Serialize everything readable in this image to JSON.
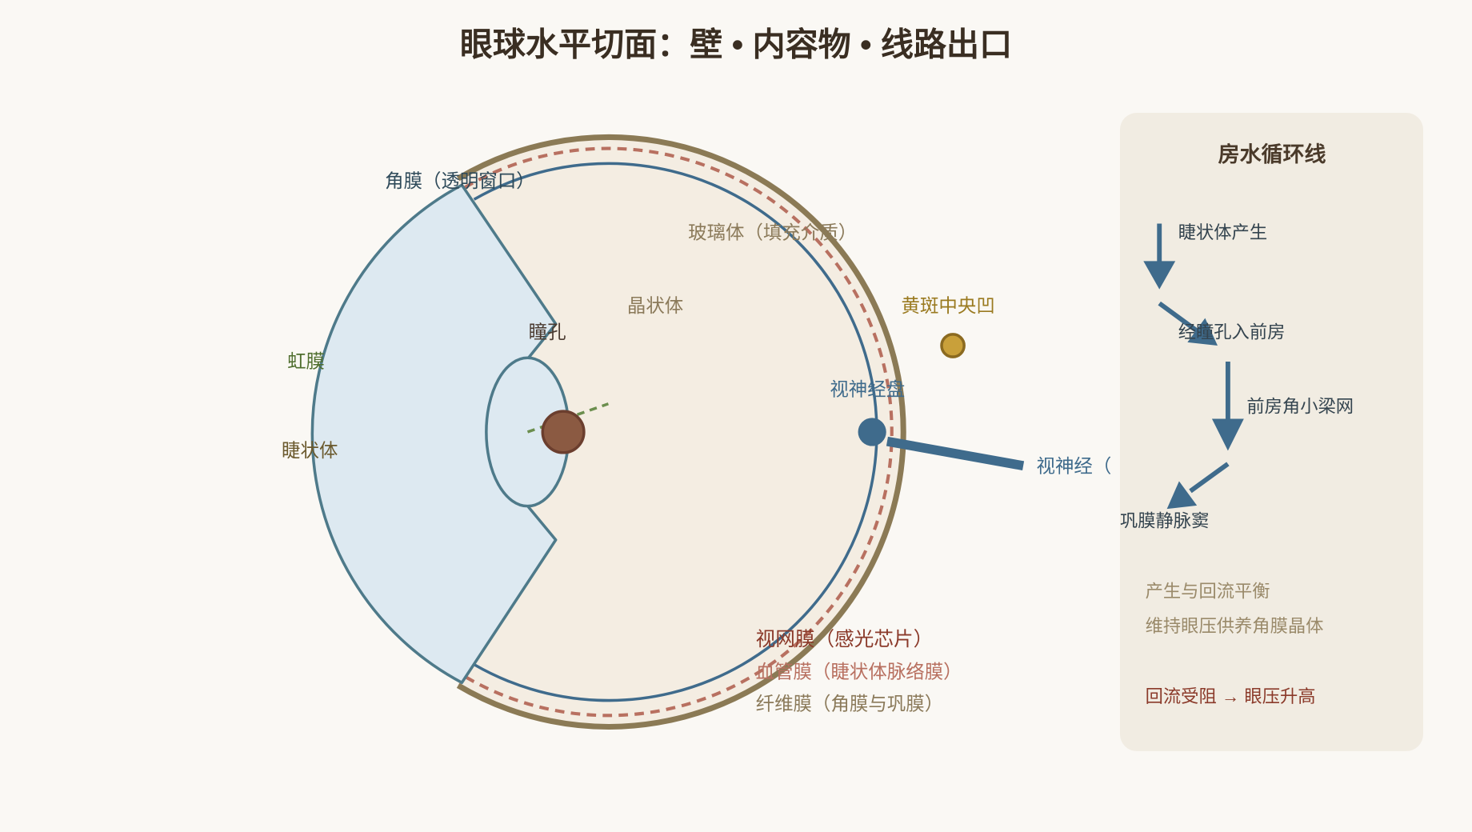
{
  "title": "眼球水平切面：壁 • 内容物 • 线路出口",
  "eye": {
    "labels": {
      "cornea": "角膜（透明窗口）",
      "vitreous": "玻璃体（填充介质）",
      "lens": "晶状体",
      "pupil": "瞳孔",
      "iris": "虹膜",
      "ciliary_body": "睫状体",
      "macula": "黄斑中央凹",
      "optic_disc": "视神经盘",
      "optic_nerve": "视神经（"
    },
    "layers": {
      "retina": "视网膜（感光芯片）",
      "vascular": "血管膜（睫状体脉络膜）",
      "fibrous": "纤维膜（角膜与巩膜）"
    }
  },
  "panel": {
    "title": "房水循环线",
    "steps": [
      "睫状体产生",
      "经瞳孔入前房",
      "前房角小梁网",
      "巩膜静脉窦"
    ],
    "notes": [
      "产生与回流平衡",
      "维持眼压供养角膜晶体"
    ],
    "warning": "回流受阻 → 眼压升高"
  },
  "colors": {
    "page_bg": "#faf8f4",
    "interior": "#f4ede2",
    "cornea_fill": "#dde9f1",
    "pupil": "#8b5a42",
    "macula": "#c9a03a",
    "optic_disc": "#3f6b8c",
    "panel_bg": "#f1ece2",
    "sclera_ring": "#8b7a55",
    "choroid_dash": "#b87060",
    "retina_ring": "#3f6b8c",
    "warning": "#8b3a2a"
  }
}
